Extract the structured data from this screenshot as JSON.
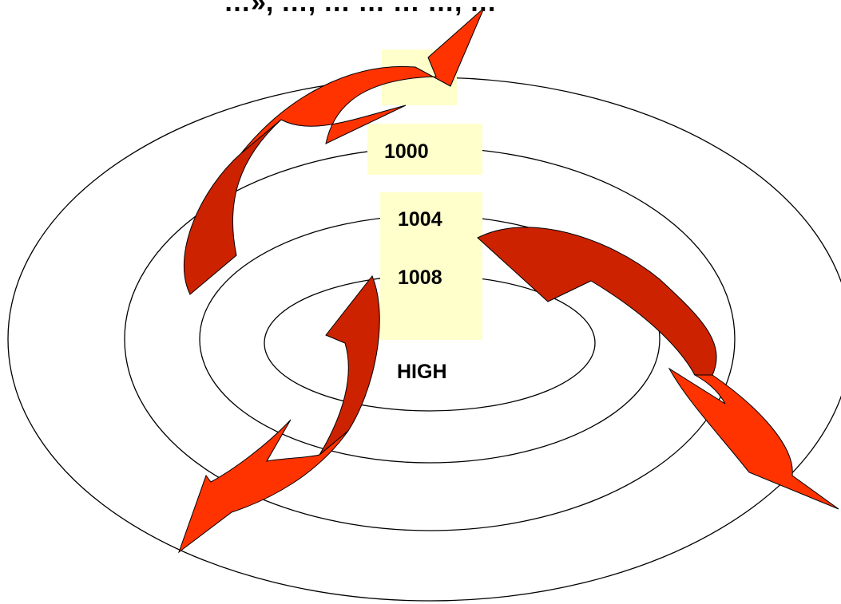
{
  "title_fragment": "…», …, … …   …   …, …",
  "isobar_labels": [
    "1000",
    "1004",
    "1008"
  ],
  "center_label": "HIGH",
  "colors": {
    "ring_stroke": "#000000",
    "label_fill": "#ffffcc",
    "arrow_light": "#ff3300",
    "arrow_dark": "#cc2200",
    "arrow_outline": "#000000"
  }
}
